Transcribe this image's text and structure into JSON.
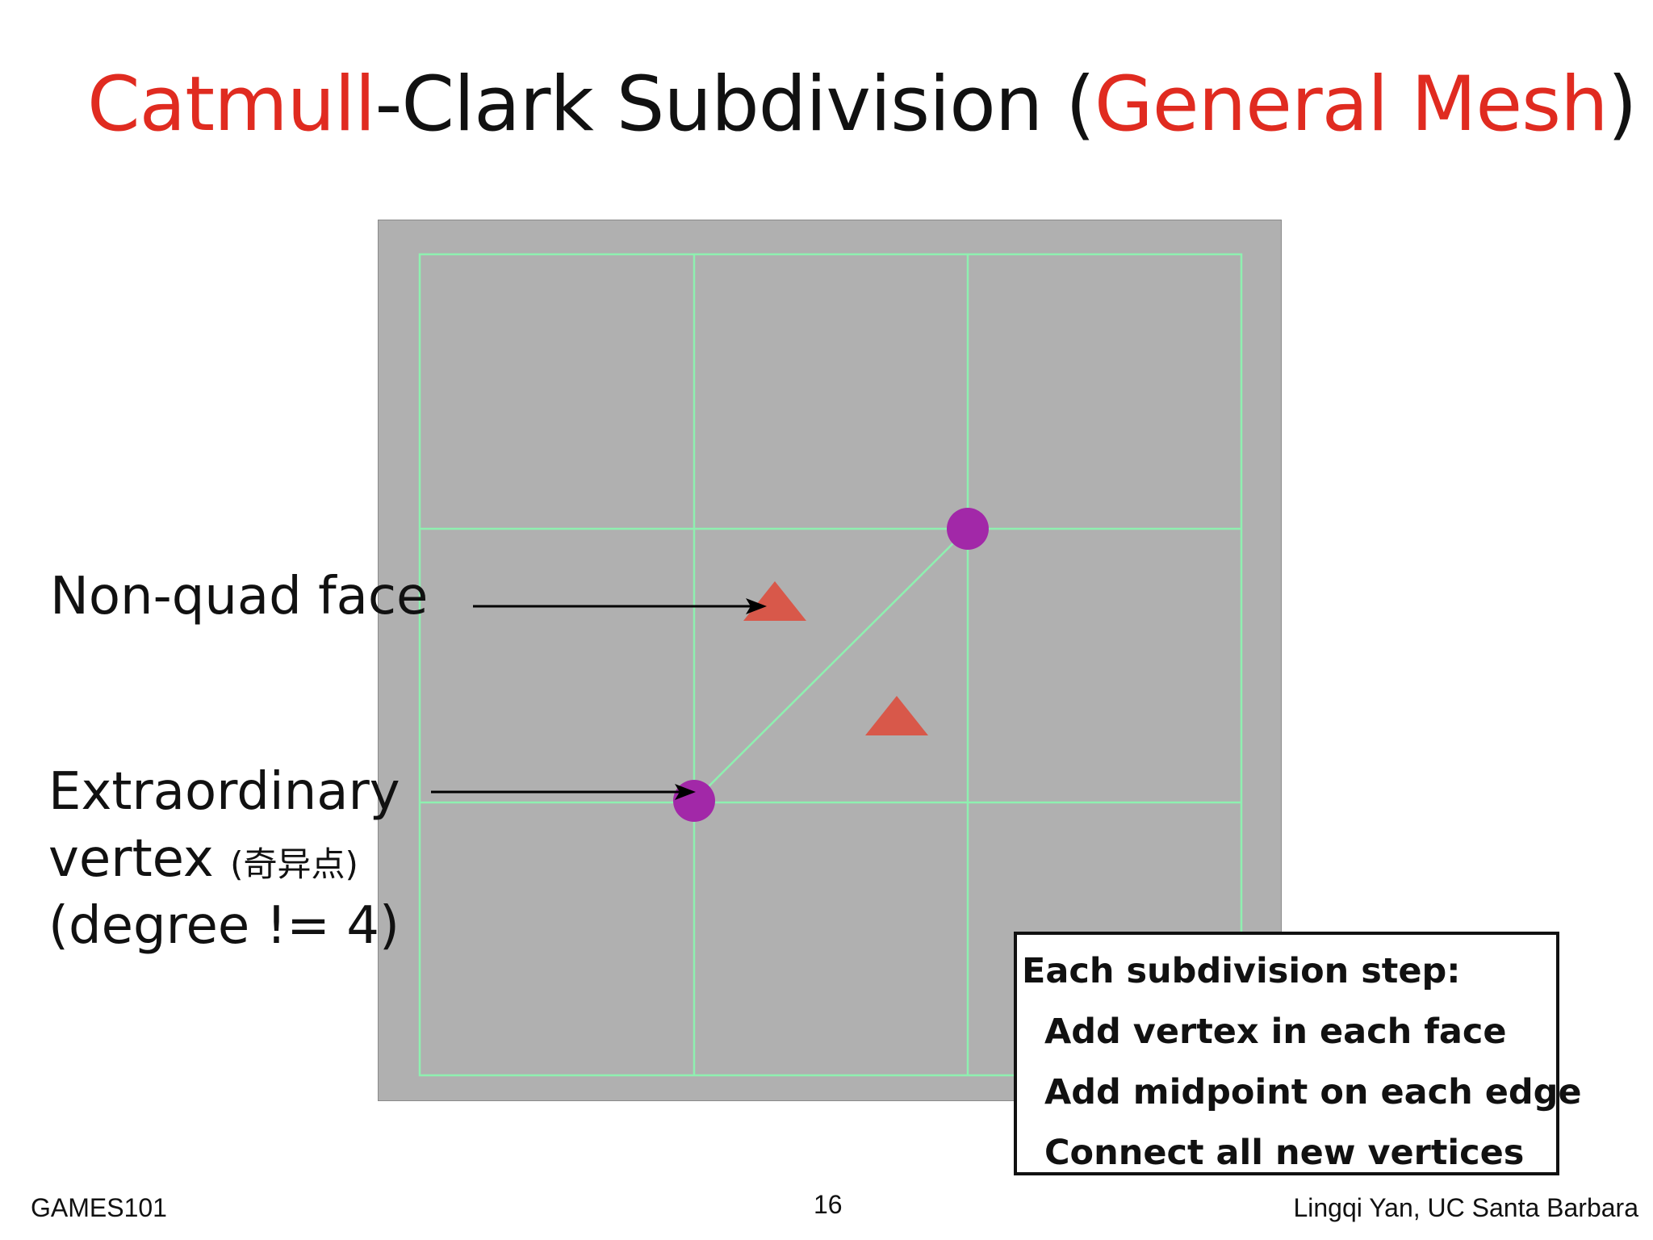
{
  "title": {
    "part1": "Catmull",
    "part2": "-Clark Subdivision (",
    "part3": "General Mesh",
    "part4": ")"
  },
  "labels": {
    "non_quad": "Non-quad face",
    "extra_line1": "Extraordinary",
    "extra_line2": "vertex ",
    "extra_cn": "(奇异点)",
    "extra_line3": "(degree != 4)"
  },
  "info_box": {
    "heading": "Each subdivision step:",
    "steps": [
      "Add vertex in each face",
      "Add midpoint on each edge",
      "Connect all new vertices"
    ]
  },
  "footer": {
    "left": "GAMES101",
    "page": "16",
    "right": "Lingqi Yan, UC Santa Barbara"
  },
  "colors": {
    "title_accent": "#e02b20",
    "mesh_bg": "#b0b0b0",
    "grid_line": "#8ef0b0",
    "vertex": "#a228a8",
    "face_marker": "#d8584a"
  }
}
